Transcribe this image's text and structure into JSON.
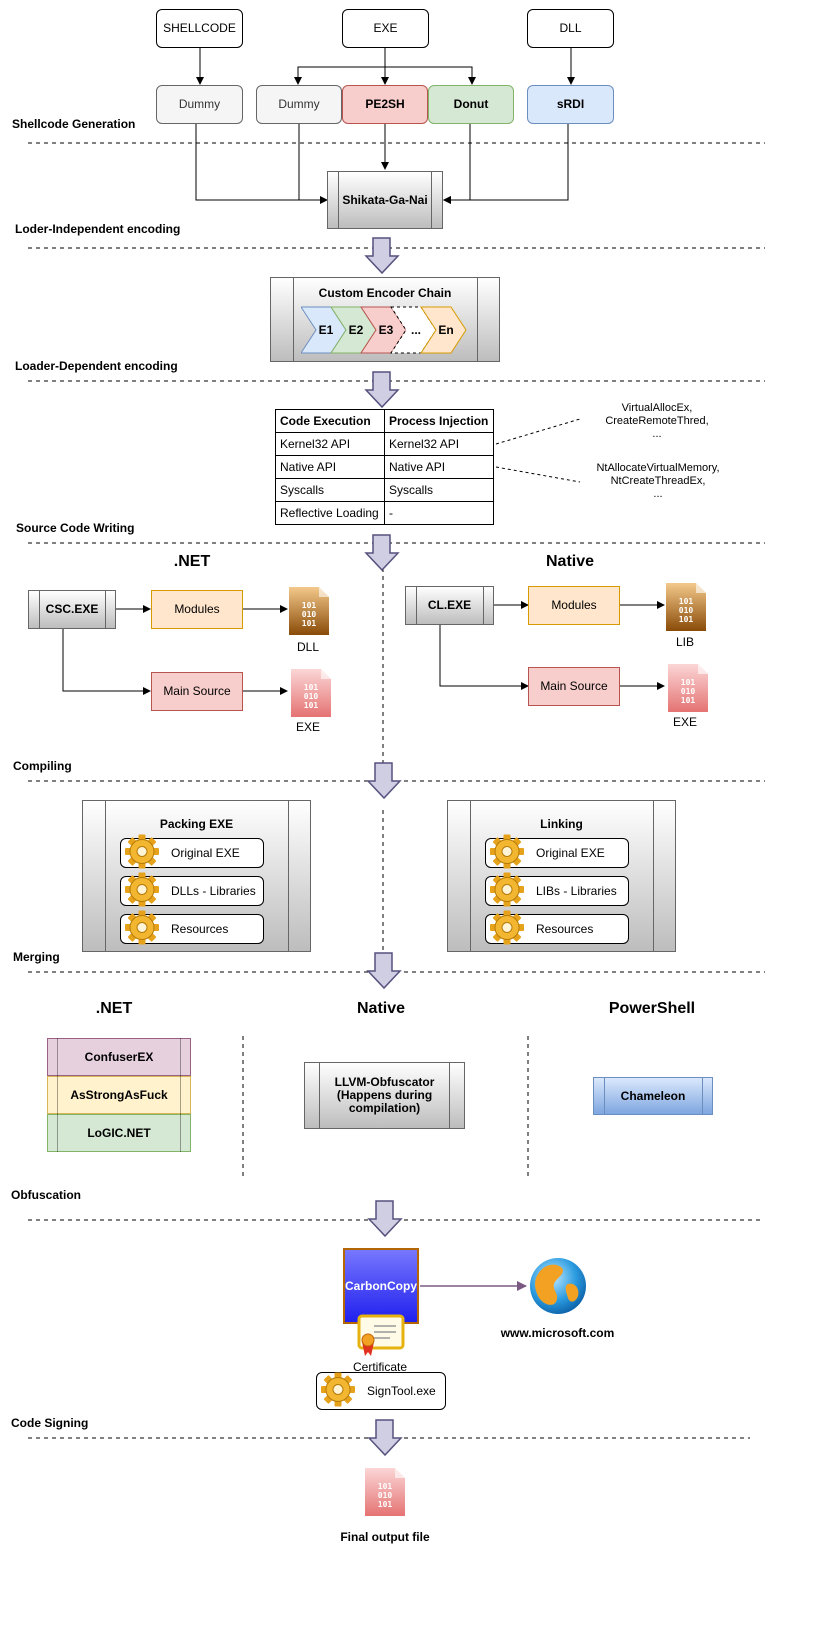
{
  "sections": {
    "shellcode_generation": "Shellcode Generation",
    "loader_independent": "Loder-Independent encoding",
    "loader_dependent": "Loader-Dependent encoding",
    "source_code_writing": "Source Code Writing",
    "compiling": "Compiling",
    "merging": "Merging",
    "obfuscation": "Obfuscation",
    "code_signing": "Code Signing"
  },
  "inputs": {
    "shellcode": "SHELLCODE",
    "exe": "EXE",
    "dll": "DLL"
  },
  "generators": {
    "dummy1": "Dummy",
    "dummy2": "Dummy",
    "pe2sh": "PE2SH",
    "donut": "Donut",
    "srdi": "sRDI"
  },
  "sgn": "Shikata-Ga-Nai",
  "encoder_chain": {
    "title": "Custom Encoder Chain",
    "steps": [
      "E1",
      "E2",
      "E3",
      "...",
      "En"
    ],
    "colors": [
      "#dae8fc",
      "#d5e8d4",
      "#f8cecc",
      "#ffffff",
      "#ffe6cc"
    ]
  },
  "injection_table": {
    "headers": [
      "Code Execution",
      "Process Injection"
    ],
    "rows": [
      [
        "Kernel32 API",
        "Kernel32 API"
      ],
      [
        "Native API",
        "Native API"
      ],
      [
        "Syscalls",
        "Syscalls"
      ],
      [
        "Reflective Loading",
        "-"
      ]
    ]
  },
  "notes": {
    "kernel32_lines": [
      "VirtualAllocEx,",
      "CreateRemoteThred,",
      "..."
    ],
    "native_lines": [
      "NtAllocateVirtualMemory,",
      "NtCreateThreadEx,",
      "..."
    ]
  },
  "source": {
    "dotnet_heading": ".NET",
    "native_heading": "Native",
    "csc": "CSC.EXE",
    "cl": "CL.EXE",
    "modules": "Modules",
    "main_source": "Main Source",
    "dll_label": "DLL",
    "exe_label": "EXE",
    "lib_label": "LIB",
    "binary_glyph": [
      "101",
      "010",
      "101"
    ]
  },
  "packing": {
    "title": "Packing EXE",
    "items": [
      "Original EXE",
      "DLLs - Libraries",
      "Resources"
    ]
  },
  "linking": {
    "title": "Linking",
    "items": [
      "Original EXE",
      "LIBs - Libraries",
      "Resources"
    ]
  },
  "obfuscation": {
    "dotnet_heading": ".NET",
    "native_heading": "Native",
    "powershell_heading": "PowerShell",
    "dotnet_tools": [
      "ConfuserEX",
      "AsStrongAsFuck",
      "LoGIC.NET"
    ],
    "dotnet_colors": [
      "#e6d0de",
      "#fff2cc",
      "#d5e8d4"
    ],
    "native_tool_lines": [
      "LLVM-Obfuscator",
      "(Happens during",
      "compilation)"
    ],
    "powershell_tool": "Chameleon"
  },
  "signing": {
    "carboncopy": "CarbonCopy",
    "website": "www.microsoft.com",
    "certificate": "Certificate",
    "signtool": "SignTool.exe",
    "final": "Final output file"
  }
}
